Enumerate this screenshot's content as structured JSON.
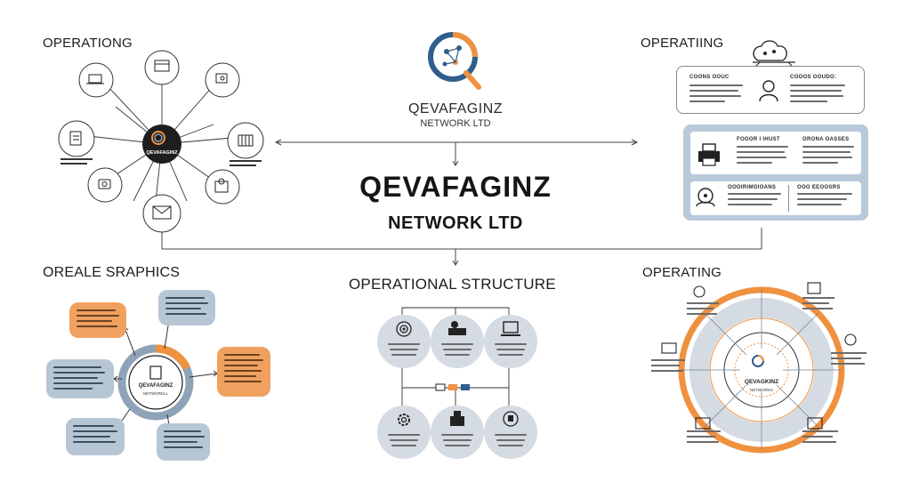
{
  "sections": {
    "top_left_title": "OPERATIONG",
    "top_right_title": "OPERATIING",
    "bottom_left_title": "OREALE SRAPHICS",
    "bottom_center_title": "OPERATIONAL STRUCTURE",
    "bottom_right_title": "OPERATING"
  },
  "logo": {
    "name": "QEVAFAGINZ",
    "subtitle": "NETWORK LTD"
  },
  "brand": {
    "main": "QEVAFAGINZ",
    "sub": "NETWORK LTD"
  },
  "hub_top_left": {
    "name": "QEVAFAGINZ"
  },
  "hub_bottom_left": {
    "name": "QEVAFAGINZ",
    "sub": "NETWORKLL"
  },
  "hub_bottom_right": {
    "name": "QEVAGKINZ",
    "sub": "NETWORKS"
  },
  "panels_top_right": {
    "row1_left_title": "COONS OOUC",
    "row1_right_title": "COOOS OOUDO:",
    "row2_left_title": "FOOOR I IHUST",
    "row2_right_title": "ORONA OASSES",
    "row3_left_title": "OOOIRIMOIOANS",
    "row3_right_title": "OOO EEOOSRS"
  },
  "colors": {
    "accent_orange": "#f0913f",
    "accent_blue": "#2f5e8c",
    "panel_blue": "#b8c9d9",
    "bubble_blue": "#b7c6d4",
    "bubble_orange": "#f0a160",
    "circle_grey": "#d5dbe2"
  },
  "icons": [
    "search-network-icon",
    "document-icon",
    "laptop-icon",
    "presentation-icon",
    "person-chat-icon",
    "building-icon",
    "checklist-icon",
    "camera-icon",
    "envelope-icon",
    "bell-person-icon",
    "target-icon",
    "gear-icon",
    "brain-icon",
    "printer-icon",
    "headset-icon"
  ]
}
